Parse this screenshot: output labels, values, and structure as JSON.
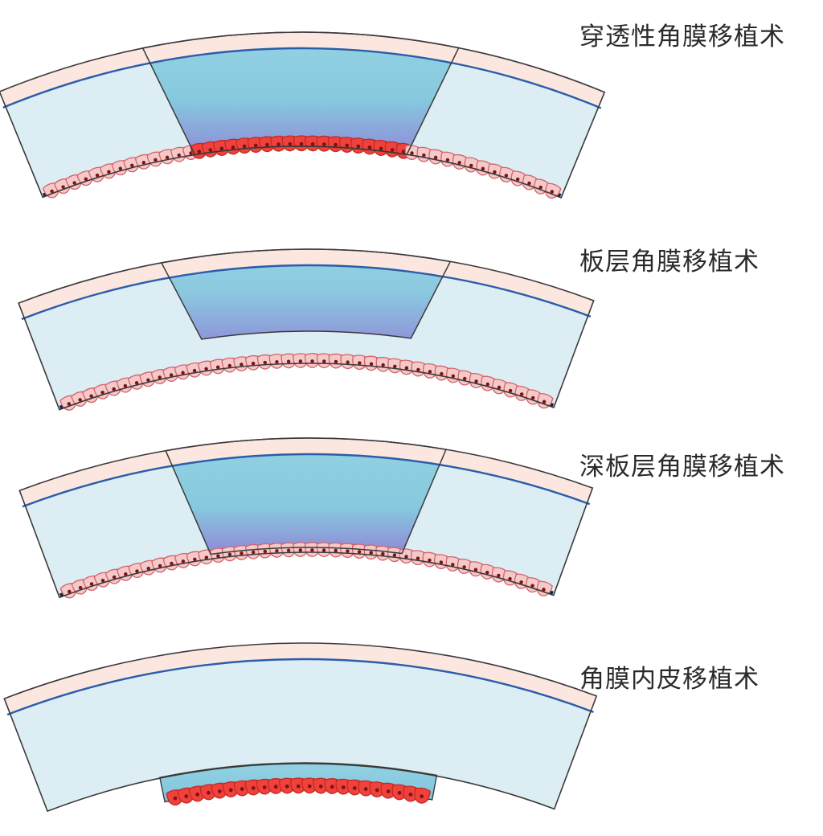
{
  "panels": [
    {
      "label": "穿透性角膜移植术",
      "graft_type": "penetrating",
      "graft_layers": [
        "epithelium",
        "stroma",
        "descemet",
        "endothelium"
      ]
    },
    {
      "label": "板层角膜移植术",
      "graft_type": "lamellar",
      "graft_layers": [
        "epithelium",
        "anterior-stroma"
      ]
    },
    {
      "label": "深板层角膜移植术",
      "graft_type": "deep-lamellar",
      "graft_layers": [
        "epithelium",
        "stroma"
      ]
    },
    {
      "label": "角膜内皮移植术",
      "graft_type": "endothelial",
      "graft_layers": [
        "posterior-stroma",
        "descemet",
        "endothelium"
      ]
    }
  ],
  "colors": {
    "epithelium": "#fbe6e0",
    "bowman_line": "#2b5da8",
    "host_stroma": "#dcedf4",
    "graft_stroma": "#8ecfe0",
    "graft_deep": "#8d8fd6",
    "descemet": "#17224a",
    "host_endothelium_fill": "#f6c9c9",
    "host_endothelium_stroke": "#d4626a",
    "graft_endothelium_fill": "#f0413b",
    "graft_endothelium_stroke": "#c32a25",
    "nucleus": "#7a1418",
    "outline": "#3a3a3a"
  }
}
